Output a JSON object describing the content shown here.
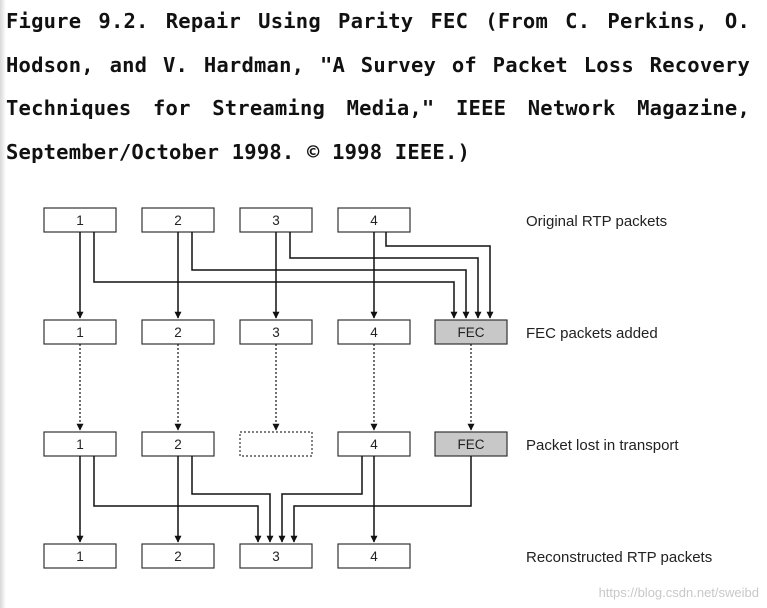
{
  "caption": "Figure 9.2. Repair Using Parity FEC (From C. Perkins, O. Hodson, and V. Hardman, \"A Survey of Packet Loss Recovery Techniques for Streaming Media,\" IEEE Network Magazine, September/October 1998. © 1998 IEEE.)",
  "rows": [
    {
      "label": "Original RTP packets",
      "boxes": [
        "1",
        "2",
        "3",
        "4"
      ]
    },
    {
      "label": "FEC packets added",
      "boxes": [
        "1",
        "2",
        "3",
        "4",
        "FEC"
      ]
    },
    {
      "label": "Packet lost in transport",
      "boxes": [
        "1",
        "2",
        "",
        "4",
        "FEC"
      ]
    },
    {
      "label": "Reconstructed RTP packets",
      "boxes": [
        "1",
        "2",
        "3",
        "4"
      ]
    }
  ],
  "colors": {
    "fec_fill": "#c8c8c8",
    "box_stroke": "#333333",
    "line": "#111111"
  },
  "watermark": "https://blog.csdn.net/sweibd"
}
